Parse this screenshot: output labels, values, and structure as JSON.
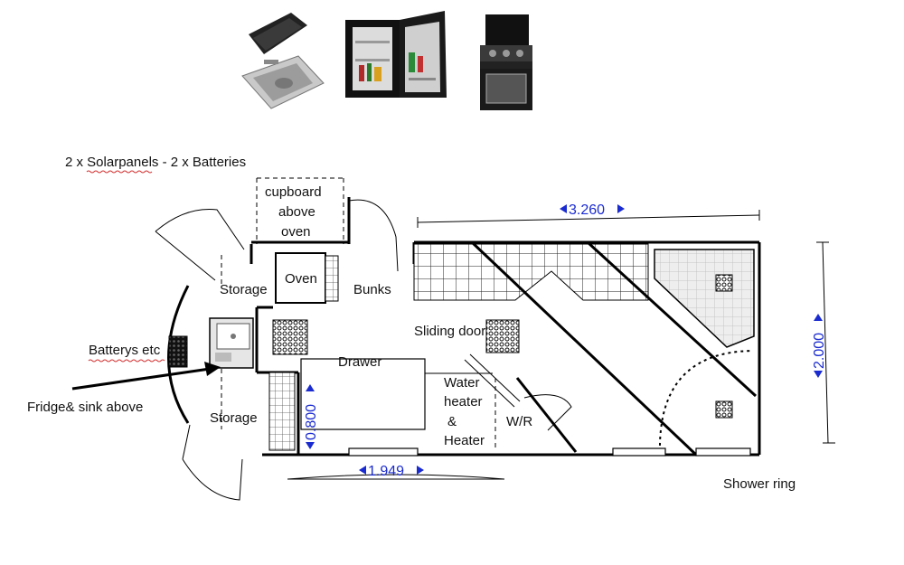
{
  "header": {
    "power_note": "2 x Solarpanels - 2 x Batteries"
  },
  "labels": {
    "cupboard_line1": "cupboard",
    "cupboard_line2": "above",
    "cupboard_line3": "oven",
    "oven": "Oven",
    "storage_top": "Storage",
    "storage_bottom": "Storage",
    "bunks": "Bunks",
    "sliding_door": "Sliding door",
    "drawer": "Drawer",
    "water_line1": "Water",
    "water_line2": "heater",
    "water_line3": "&",
    "water_line4": "Heater",
    "wr": "W/R",
    "batterys": "Batterys etc",
    "fridge_sink": "Fridge& sink above",
    "shower_ring": "Shower ring"
  },
  "dimensions": {
    "length_top": "3.260",
    "length_bottom": "1.949",
    "width_right": "2.000",
    "width_left": "0.800"
  },
  "appliances": [
    {
      "name": "sink"
    },
    {
      "name": "fridge"
    },
    {
      "name": "oven"
    }
  ],
  "colors": {
    "dimension": "#1a2bd0",
    "line": "#000000",
    "accent_underline": "#d23030"
  }
}
